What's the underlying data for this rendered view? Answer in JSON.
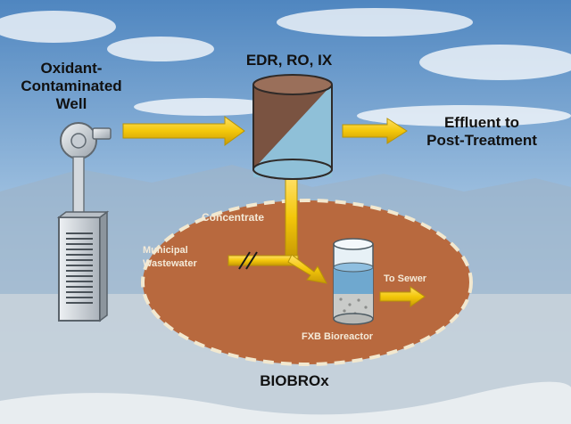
{
  "colors": {
    "sky_top": "#4f86c0",
    "sky_mid": "#a9c8e4",
    "ground": "#c9d4dc",
    "arrow": "#f3c70a",
    "arrow_edge": "#b89406",
    "oval": "#b8693e",
    "oval_dash": "#f2e8cf",
    "tank_brown": "#7a5341",
    "tank_blue": "#8fc0d8",
    "machine": "#d7dde3",
    "label_dark": "#111111",
    "label_light": "#f4ead8"
  },
  "labels": {
    "well_line1": "Oxidant-",
    "well_line2": "Contaminated",
    "well_line3": "Well",
    "treatment": "EDR, RO, IX",
    "effluent_line1": "Effluent to",
    "effluent_line2": "Post-Treatment",
    "concentrate": "Concentrate",
    "municipal_line1": "Municipal",
    "municipal_line2": "Wastewater",
    "sewer": "To Sewer",
    "bioreactor": "FXB Bioreactor",
    "system": "BIOBROx"
  }
}
